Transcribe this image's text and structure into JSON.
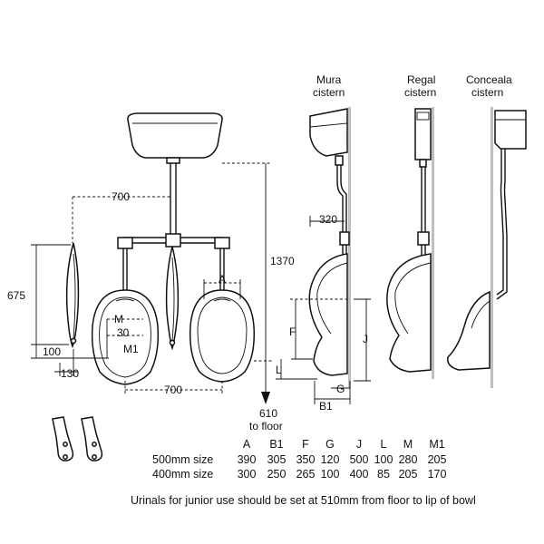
{
  "cistern_labels": {
    "mura_1": "Mura",
    "mura_2": "cistern",
    "regal_1": "Regal",
    "regal_2": "cistern",
    "conceala_1": "Conceala",
    "conceala_2": "cistern"
  },
  "dimensions": {
    "spacing_top": "700",
    "spacing_bottom": "700",
    "height_675": "675",
    "height_1370": "1370",
    "offset_100": "100",
    "offset_130": "130",
    "offset_320": "320",
    "floor_610": "610",
    "floor_text": "to floor",
    "m_value": "M",
    "m_30": "30",
    "m1": "M1",
    "a": "A",
    "f": "F",
    "j": "J",
    "l": "L",
    "g": "G",
    "b1": "B1"
  },
  "size_table": {
    "headers": [
      "A",
      "B1",
      "F",
      "G",
      "J",
      "L",
      "M",
      "M1"
    ],
    "rows": [
      {
        "label": "500mm size",
        "values": [
          "390",
          "305",
          "350",
          "120",
          "500",
          "100",
          "280",
          "205"
        ]
      },
      {
        "label": "400mm size",
        "values": [
          "300",
          "250",
          "265",
          "100",
          "400",
          "85",
          "205",
          "170"
        ]
      }
    ]
  },
  "footnote": "Urinals for junior use should be set at 510mm from floor to lip of bowl"
}
